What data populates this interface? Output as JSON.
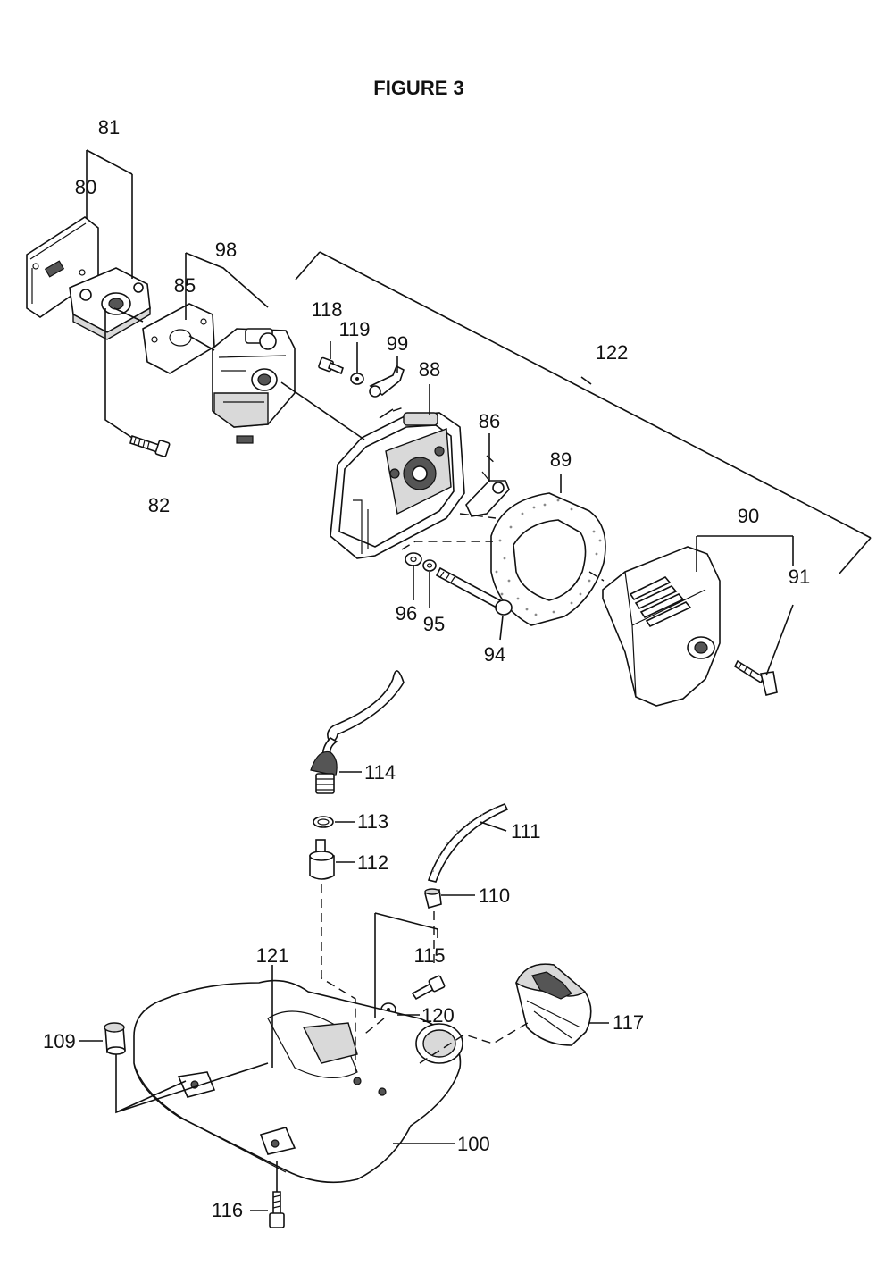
{
  "figure": {
    "title": "FIGURE 3"
  },
  "callouts": {
    "p81": "81",
    "p80": "80",
    "p98": "98",
    "p85": "85",
    "p82": "82",
    "p118": "118",
    "p119": "119",
    "p99": "99",
    "p88": "88",
    "p122": "122",
    "p86": "86",
    "p89": "89",
    "p90": "90",
    "p91": "91",
    "p96": "96",
    "p95": "95",
    "p94": "94",
    "p114": "114",
    "p113": "113",
    "p111": "111",
    "p112": "112",
    "p110": "110",
    "p115": "115",
    "p121": "121",
    "p120": "120",
    "p117": "117",
    "p109": "109",
    "p100": "100",
    "p116": "116"
  }
}
